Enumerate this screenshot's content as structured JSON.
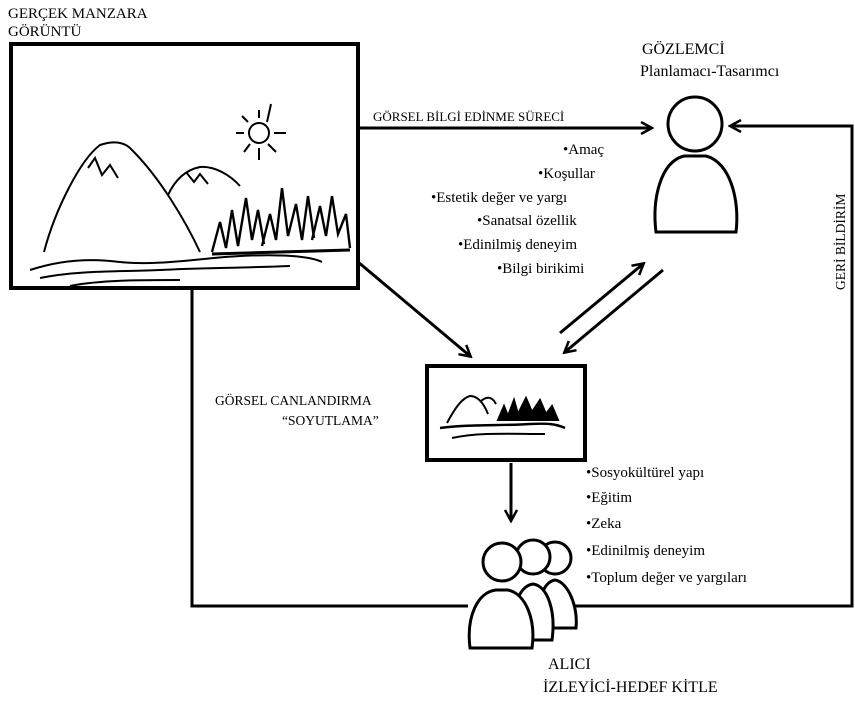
{
  "real_view": {
    "line1": "GERÇEK MANZARA",
    "line2": "GÖRÜNTÜ"
  },
  "observer": {
    "title": "GÖZLEMCİ",
    "subtitle": "Planlamacı-Tasarımcı"
  },
  "process_label": "GÖRSEL BİLGİ EDİNME SÜRECİ",
  "observer_factors": [
    "•Amaç",
    "•Koşullar",
    "•Estetik değer ve yargı",
    "•Sanatsal özellik",
    "•Edinilmiş deneyim",
    "•Bilgi birikimi"
  ],
  "feedback_label": "GERİ BİLDİRİM",
  "visualization": {
    "line1": "GÖRSEL CANLANDIRMA",
    "line2": "“SOYUTLAMA”"
  },
  "receiver_factors": [
    "•Sosyokültürel yapı",
    "•Eğitim",
    "•Zeka",
    "•Edinilmiş deneyim",
    "•Toplum değer ve yargıları"
  ],
  "receiver": {
    "title": "ALICI",
    "subtitle": "İZLEYİCİ-HEDEF KİTLE"
  }
}
